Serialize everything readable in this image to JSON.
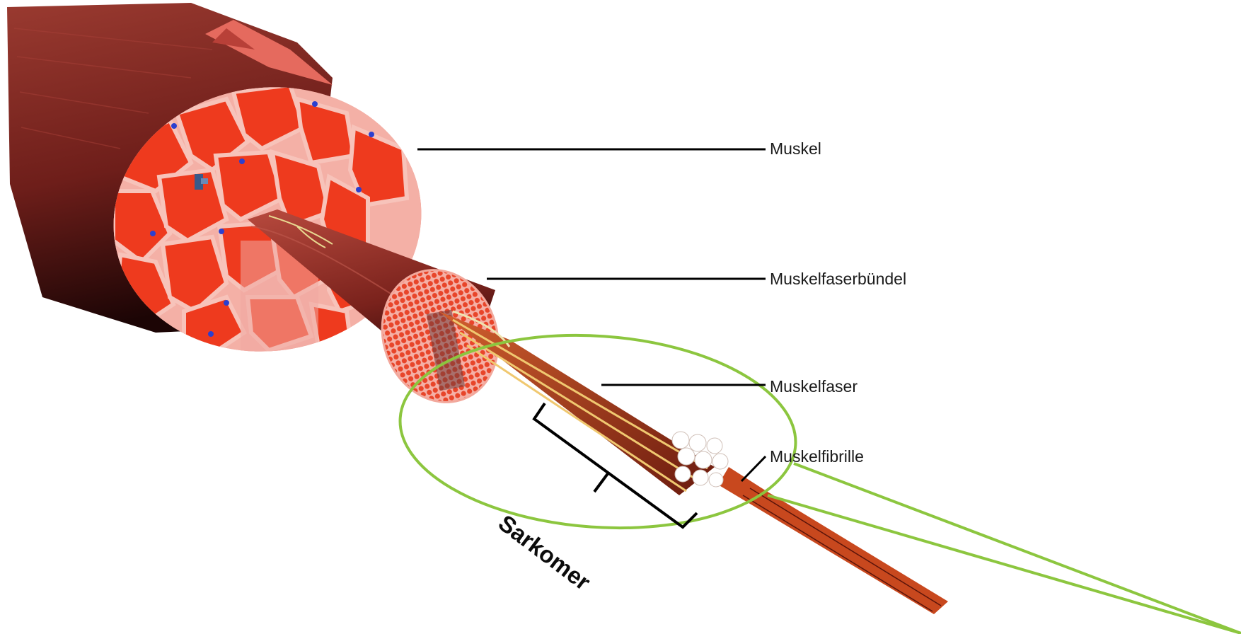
{
  "labels": {
    "muscle": "Muskel",
    "muscle_fiber_bundle": "Muskelfaserbündel",
    "muscle_fiber": "Muskelfaser",
    "myofibril": "Muskelfibrille",
    "sarcomere": "Sarkomer"
  },
  "colors": {
    "muscle_outer": "#8a2a24",
    "muscle_dark": "#2a0808",
    "cross_section_bg": "#f4a8a0",
    "fascicle_red": "#ee3a1e",
    "highlight_green": "#8cc63f",
    "leader_line": "#000000"
  }
}
